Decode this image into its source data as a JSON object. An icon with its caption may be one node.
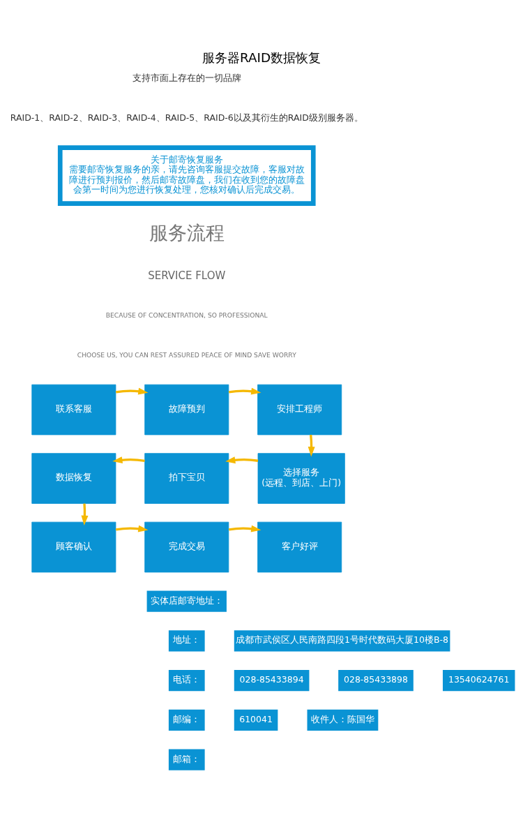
{
  "diagram": {
    "title": "服务器RAID数据恢复",
    "nodes": [
      {
        "text": [
          "关于邮寄恢复服务",
          "需要邮寄恢复服务的亲，请先咨询客服提交故障，客服对故障进行预判报价，然后邮寄故障盘，我们在收到您的故障盘会第一时间为您进行恢复处理，您核对确认后完成交易。"
        ]
      },
      {
        "text": [
          "联系客服"
        ]
      },
      {
        "text": [
          "故障预判"
        ]
      },
      {
        "text": [
          "安排工程师"
        ]
      },
      {
        "text": [
          "数据恢复"
        ]
      },
      {
        "text": [
          "拍下宝贝"
        ]
      },
      {
        "text": [
          "选择服务",
          "(远程、到店、上门)"
        ]
      },
      {
        "text": [
          "顾客确认"
        ]
      },
      {
        "text": [
          "完成交易"
        ]
      },
      {
        "text": [
          "客户好评"
        ]
      }
    ],
    "edges": [
      {
        "from": 1,
        "to": 2,
        "arrow": "to"
      },
      {
        "from": 2,
        "to": 3,
        "arrow": "to"
      },
      {
        "from": 3,
        "to": 6,
        "arrow": "to"
      },
      {
        "from": 6,
        "to": 5,
        "arrow": "to"
      },
      {
        "from": 5,
        "to": 4,
        "arrow": "to"
      },
      {
        "from": 4,
        "to": 7,
        "arrow": "to"
      },
      {
        "from": 7,
        "to": 8,
        "arrow": "to"
      },
      {
        "from": 8,
        "to": 9,
        "arrow": "to"
      }
    ],
    "labels": [
      "支持市面上存在的一切品牌",
      "RAID-1、RAID-2、RAID-3、RAID-4、RAID-5、RAID-6以及其衍生的RAID级别服务器。",
      "服务流程",
      "SERVICE FLOW",
      "BECAUSE OF CONCENTRATION, SO PROFESSIONAL",
      "CHOOSE US, YOU CAN REST ASSURED PEACE OF MIND SAVE WORRY",
      "实体店邮寄地址：",
      "地址：",
      "成都市武侯区人民南路四段1号时代数码大厦10楼B-8",
      "电话：",
      "028-85433894",
      "028-85433898",
      "13540624761",
      "邮编：",
      "610041",
      "收件人：陈国华",
      "邮箱："
    ]
  }
}
